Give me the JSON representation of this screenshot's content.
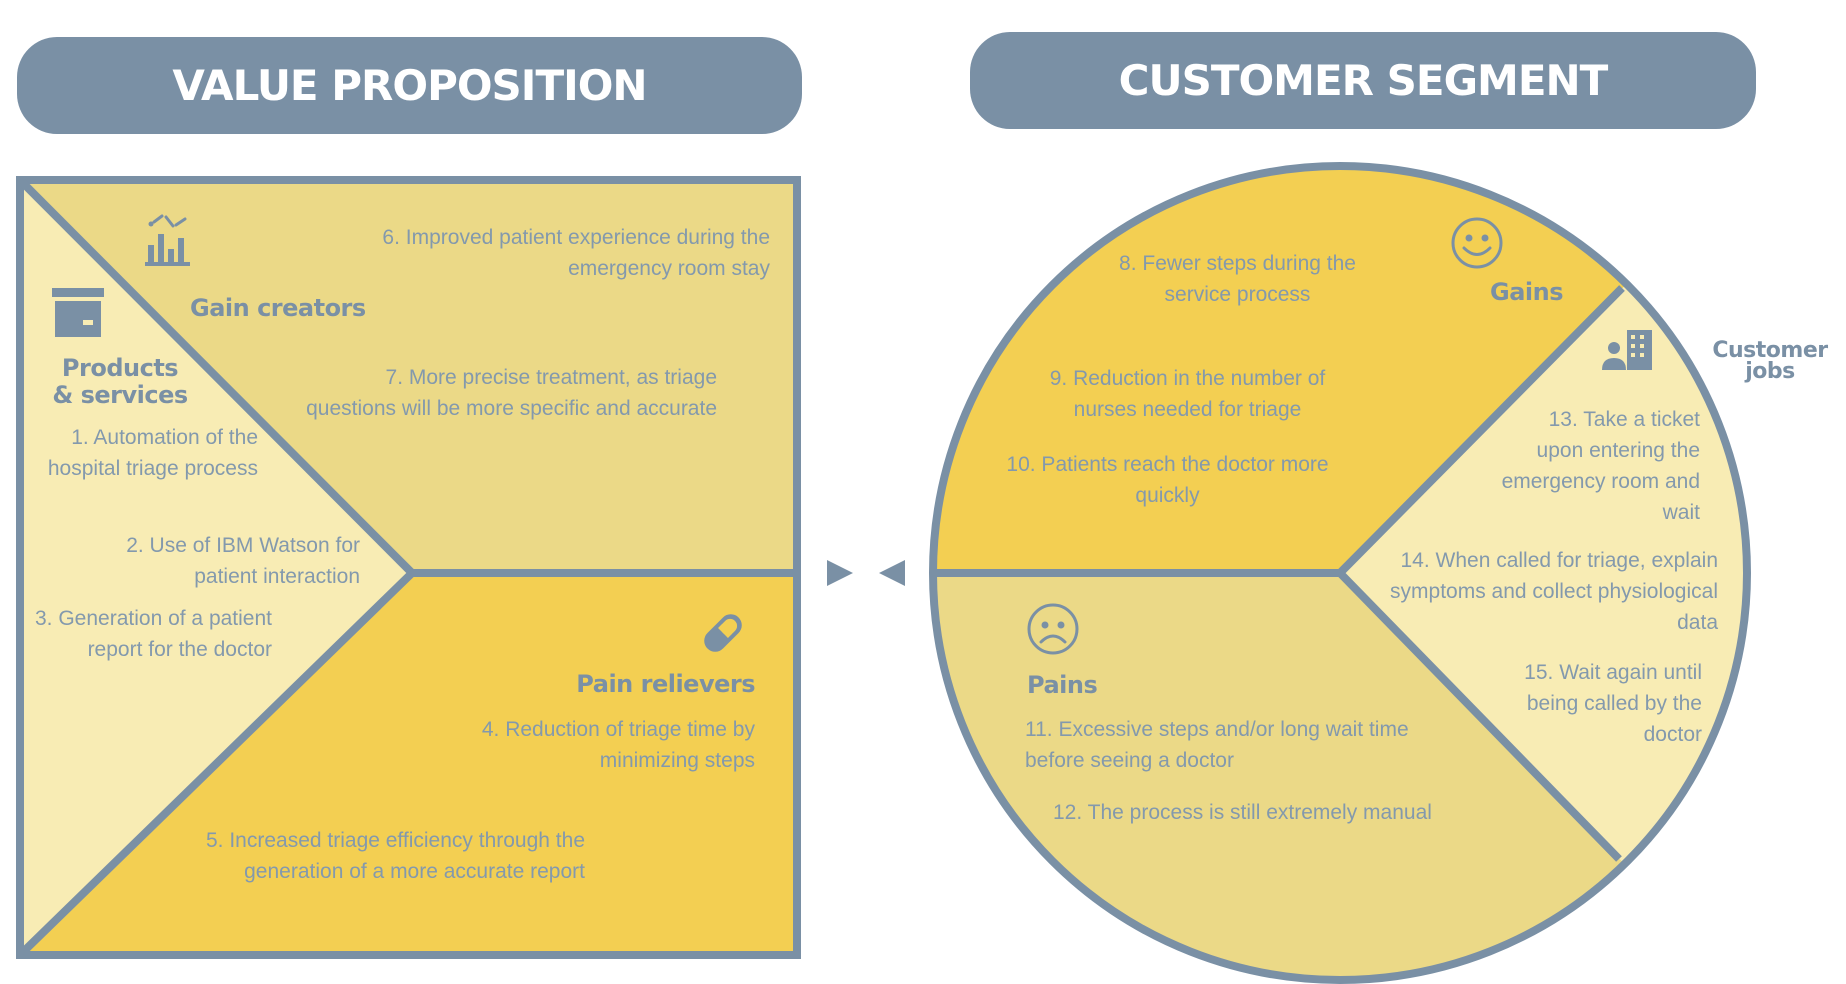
{
  "value_proposition": {
    "header": "VALUE PROPOSITION",
    "gain_creators": {
      "title": "Gain creators",
      "icon": "chart-icon",
      "items": [
        "6. Improved patient experience during the emergency room stay",
        "7. More precise treatment, as triage questions will be more specific and accurate"
      ]
    },
    "products_services": {
      "title_line1": "Products",
      "title_line2": "& services",
      "icon": "archive-box-icon",
      "items": [
        "1. Automation of the hospital triage process",
        "2. Use of IBM Watson for patient interaction",
        "3. Generation of a patient report for the doctor"
      ]
    },
    "pain_relievers": {
      "title": "Pain relievers",
      "icon": "pill-icon",
      "items": [
        "4. Reduction of triage time by minimizing steps",
        "5. Increased triage efficiency through the generation of a more accurate report"
      ]
    }
  },
  "customer_segment": {
    "header": "CUSTOMER SEGMENT",
    "gains": {
      "title": "Gains",
      "icon": "smiley-icon",
      "items": [
        "8. Fewer steps during the service process",
        "9. Reduction in the number of nurses needed for triage",
        "10. Patients reach the doctor more quickly"
      ]
    },
    "pains": {
      "title": "Pains",
      "icon": "frown-icon",
      "items": [
        "11. Excessive steps and/or long wait time before seeing a doctor",
        "12. The process is still extremely manual"
      ]
    },
    "customer_jobs": {
      "title_line1": "Customer",
      "title_line2": "jobs",
      "icon": "person-building-icon",
      "items": [
        "13. Take a ticket upon entering the emergency room and wait",
        "14. When called for triage, explain symptoms and collect physiological data",
        "15. Wait again until being called by the doctor"
      ]
    }
  },
  "fit_arrows": "fit-arrows-icon",
  "colors": {
    "slate": "#7a90a5",
    "pale_yellow": "#f8ecb4",
    "mid_yellow": "#ebd987",
    "bright_yellow": "#f3cf52",
    "text": "#8399ad",
    "background": "#ffffff"
  }
}
